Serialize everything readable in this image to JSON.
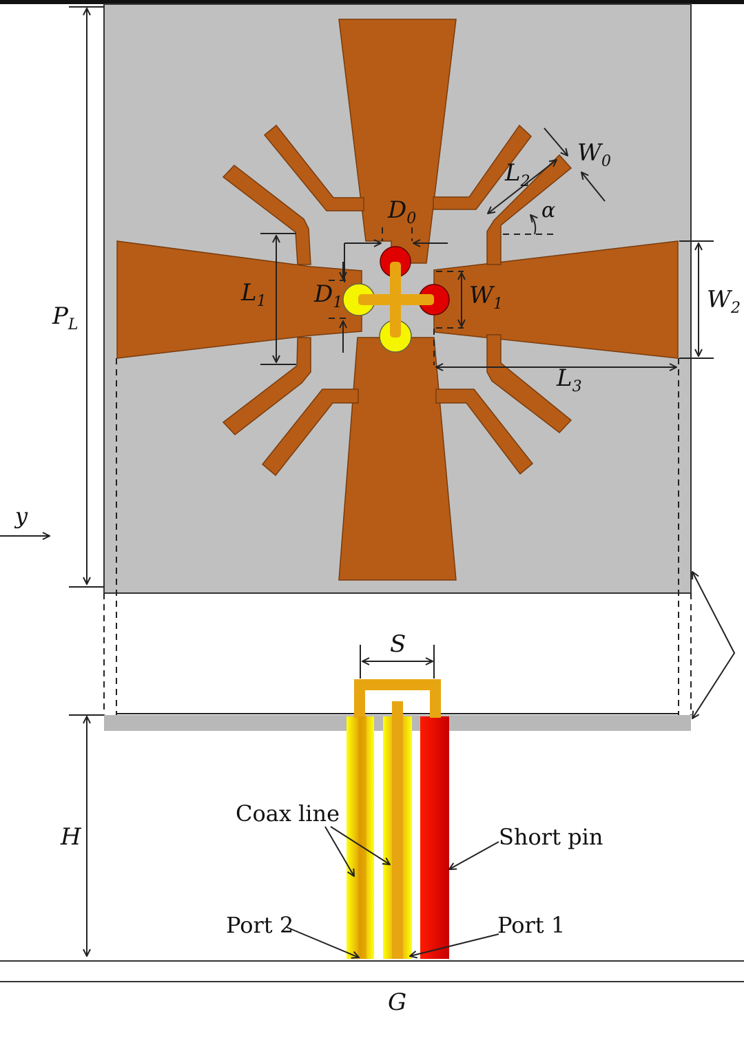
{
  "colors": {
    "patch": "#c0c0c0",
    "copper": "#b75c16",
    "copper_edge": "#7a3b0c",
    "pin_red": "#e30000",
    "pin_yellow": "#f4f400",
    "strip_orange": "#e7a611",
    "ground": "#b8b8b8"
  },
  "labels": {
    "PL": {
      "main": "P",
      "sub": "L"
    },
    "W0": {
      "main": "W",
      "sub": "0"
    },
    "L2": {
      "main": "L",
      "sub": "2"
    },
    "D0": {
      "main": "D",
      "sub": "0"
    },
    "alpha": {
      "main": "α"
    },
    "L1": {
      "main": "L",
      "sub": "1"
    },
    "D1": {
      "main": "D",
      "sub": "1"
    },
    "W1": {
      "main": "W",
      "sub": "1"
    },
    "W2": {
      "main": "W",
      "sub": "2"
    },
    "L3": {
      "main": "L",
      "sub": "3"
    },
    "y": {
      "main": "y"
    },
    "S": {
      "main": "S"
    },
    "H": {
      "main": "H"
    },
    "G": {
      "main": "G"
    }
  },
  "annotations": {
    "coax_line": "Coax line",
    "short_pin": "Short pin",
    "port_1": "Port 1",
    "port_2": "Port 2"
  },
  "icons": {
    "arrow": "arrowhead"
  }
}
